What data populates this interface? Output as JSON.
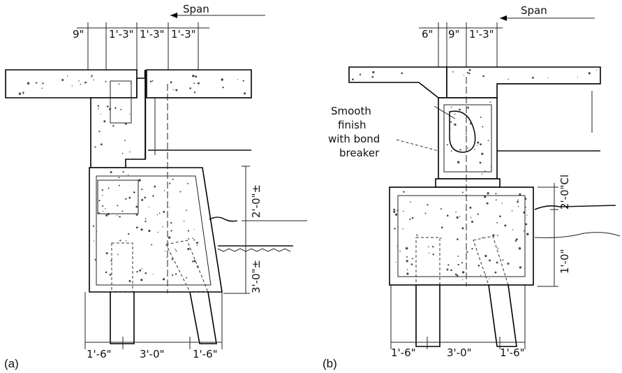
{
  "panel_a": {
    "label": "(a)",
    "span_label": "Span",
    "dims_top": [
      "9\"",
      "1'-3\"",
      "1'-3\"",
      "1'-3\""
    ],
    "dim_right_upper": "2'-0\"±",
    "dim_right_lower": "3'-0\"±",
    "dims_bottom": [
      "1'-6\"",
      "3'-0\"",
      "1'-6\""
    ]
  },
  "panel_b": {
    "label": "(b)",
    "span_label": "Span",
    "dims_top": [
      "6\"",
      "9\"",
      "1'-3\""
    ],
    "note": [
      "Smooth",
      "finish",
      "with bond",
      "breaker"
    ],
    "dim_right_upper": "2'-0\"Cl",
    "dim_right_lower": "1'-0\"",
    "dims_bottom": [
      "1'-6\"",
      "3'-0\"",
      "1'-6\""
    ]
  }
}
